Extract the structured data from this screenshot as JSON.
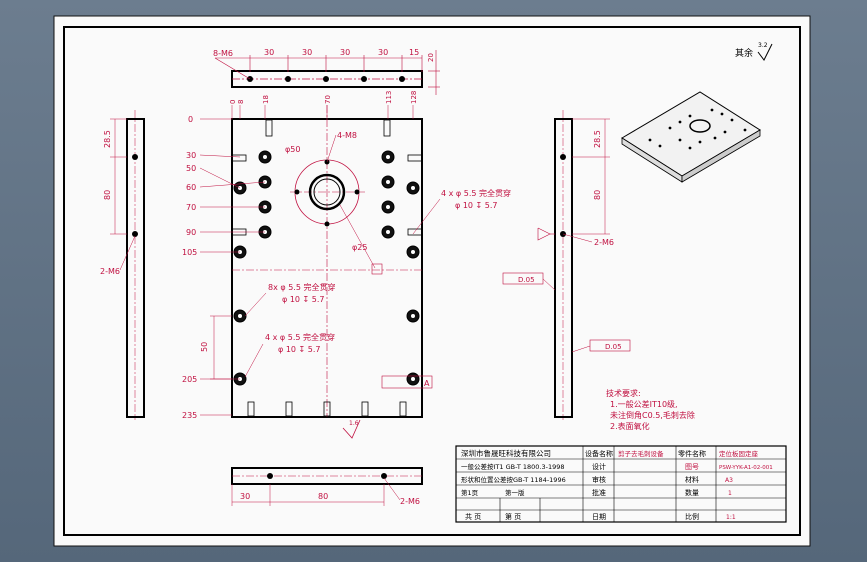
{
  "title_block": {
    "company": "深圳市鲁晟旺科技有限公司",
    "tol_general": "一般公差按IT1 GB-T 1800.3-1998",
    "tol_form": "形状和位置公差按GB-T 1184-1996",
    "sheet_label": "第1页",
    "version_label": "第一版",
    "total_label": "共  页",
    "page_label": "第  页",
    "name_label": "设备名称",
    "name_value": "剪子去毛刺设备",
    "part_label": "零件名称",
    "part_value": "定位板固定座",
    "drawing_label": "图号",
    "drawing_value": "PSW-YYK-A1-02-001",
    "material_label": "材料",
    "material_value": "A3",
    "qty_label": "数量",
    "qty_value": "1",
    "scale_label": "比例",
    "scale_value": "1:1",
    "r_design": "设计",
    "r_check": "审核",
    "r_approve": "批准",
    "r_date": "日期"
  },
  "notes": {
    "heading": "技术要求:",
    "line1": "1.一般公差IT10级,",
    "line2": "未注倒角C0.5,毛刺去除",
    "line3": "2.表面氧化"
  },
  "roughness": {
    "label": "其余",
    "value": "3.2"
  },
  "top_view": {
    "callout": "8-M6",
    "dims": [
      "30",
      "30",
      "30",
      "30",
      "15"
    ],
    "thick": "20"
  },
  "front_view": {
    "hole_dia": "φ50",
    "m_callout": "4-M8",
    "bore": "φ25",
    "callout1_a": "4 x  φ 5.5 完全贯穿",
    "callout1_b": "φ 10 ↧ 5.7",
    "callout2_a": "8x  φ 5.5 完全贯穿",
    "callout2_b": "φ 10 ↧ 5.7",
    "callout3_a": "4 x  φ 5.5 完全贯穿",
    "callout3_b": "φ 10 ↧ 5.7",
    "datum": "A",
    "y_labels": [
      "0",
      "30",
      "50",
      "60",
      "70",
      "90",
      "105",
      "205",
      "235"
    ],
    "x_top": [
      "0",
      "8",
      "18",
      "70",
      "113",
      "128"
    ],
    "side_dim": "50",
    "rough_bottom": "1.6"
  },
  "left_view": {
    "dim1": "28.5",
    "dim2": "80",
    "callout": "2-M6"
  },
  "right_view": {
    "dim1": "28.5",
    "dim2": "80",
    "callout": "2-M6",
    "datum_tag": "D.05"
  },
  "bottom_view": {
    "dim1": "30",
    "dim2": "80",
    "callout": "2-M6"
  },
  "flatness": {
    "tag1": "D.05",
    "tag2": "D.05"
  }
}
